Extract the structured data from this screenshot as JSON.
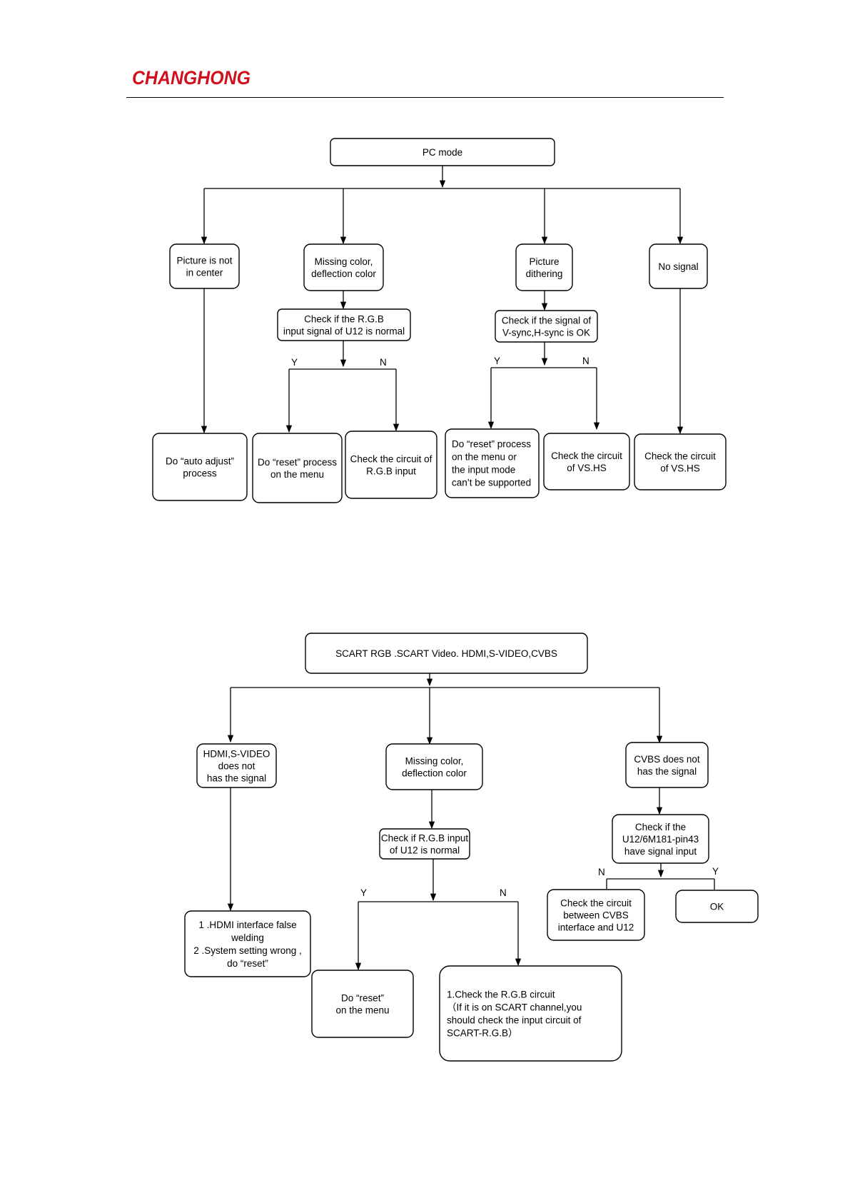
{
  "header": {
    "brand": "CHANGHONG",
    "brand_color": "#d0101c"
  },
  "flowchart_pc": {
    "root": [
      "PC mode"
    ],
    "picture_not_center": [
      "Picture is not",
      "in center"
    ],
    "missing_color": [
      "Missing color,",
      "deflection color"
    ],
    "picture_dithering": [
      "Picture",
      "dithering"
    ],
    "no_signal": [
      "No signal"
    ],
    "check_rgb_u12": [
      "Check if the R.G.B",
      "input signal of U12 is normal"
    ],
    "check_vsync_hsync": [
      "Check if the signal of",
      "V-sync,H-sync is OK"
    ],
    "auto_adjust": [
      "Do “auto adjust”",
      "process"
    ],
    "reset_process_menu": [
      "Do “reset” process",
      "on the menu"
    ],
    "check_rgb_input_circuit": [
      "Check the circuit of",
      "R.G.B input"
    ],
    "reset_or_unsupported": [
      "Do “reset” process",
      "on the menu or",
      "the input mode",
      "can’t be supported"
    ],
    "check_vshs_a": [
      "Check the circuit",
      "of VS.HS"
    ],
    "check_vshs_b": [
      "Check the circuit",
      "of VS.HS"
    ],
    "label_yes": "Y",
    "label_no": "N"
  },
  "flowchart_scart": {
    "root": [
      "SCART RGB .SCART Video.  HDMI,S-VIDEO,CVBS"
    ],
    "hdmi_no_signal": [
      "HDMI,S-VIDEO",
      "does not",
      "has the signal"
    ],
    "missing_color": [
      "Missing color,",
      "deflection color"
    ],
    "cvbs_no_signal": [
      "CVBS does not",
      "has the signal"
    ],
    "check_rgb_u12": [
      "Check if R.G.B input",
      "of U12 is normal"
    ],
    "check_pin43": [
      "Check if the",
      "U12/6M181-pin43",
      "have signal input"
    ],
    "hdmi_causes": [
      "1 .HDMI interface false",
      "welding",
      "2 .System setting wrong ,",
      "do “reset”"
    ],
    "reset_menu": [
      "Do “reset”",
      "on the menu"
    ],
    "check_rgb_circuit": [
      "1.Check the R.G.B circuit",
      "（If it is on SCART channel,you",
      "should check the input circuit of",
      "SCART-R.G.B）"
    ],
    "check_cvbs_circuit": [
      "Check the circuit",
      "between CVBS",
      "interface and U12"
    ],
    "ok": [
      "OK"
    ],
    "label_yes": "Y",
    "label_no": "N"
  }
}
